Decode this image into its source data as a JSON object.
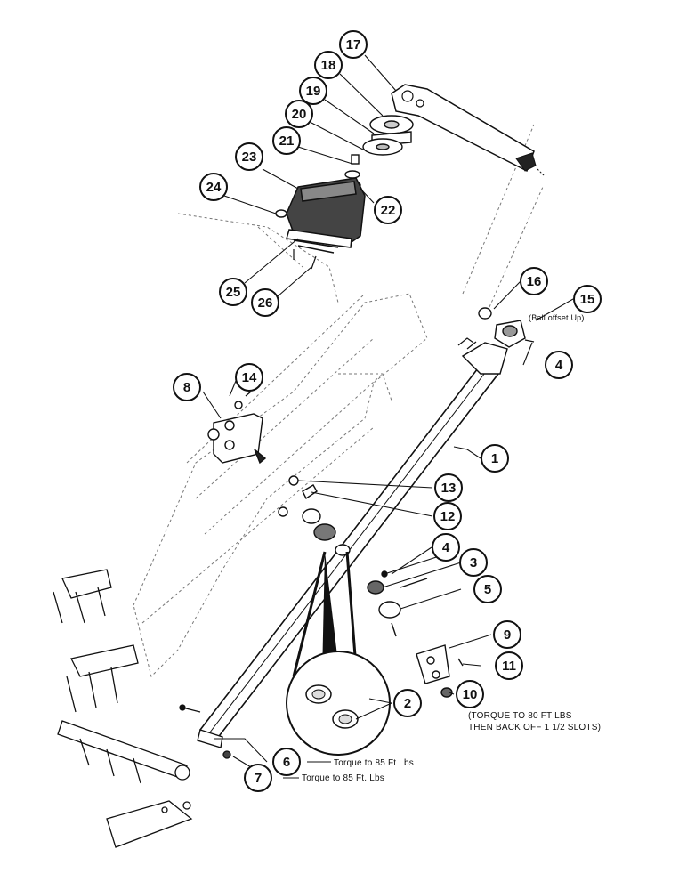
{
  "diagram": {
    "callouts": [
      {
        "id": "c1",
        "number": "1"
      },
      {
        "id": "c2",
        "number": "2"
      },
      {
        "id": "c3",
        "number": "3"
      },
      {
        "id": "c4a",
        "number": "4"
      },
      {
        "id": "c4b",
        "number": "4"
      },
      {
        "id": "c5",
        "number": "5"
      },
      {
        "id": "c6",
        "number": "6"
      },
      {
        "id": "c7",
        "number": "7"
      },
      {
        "id": "c8",
        "number": "8"
      },
      {
        "id": "c9",
        "number": "9"
      },
      {
        "id": "c10",
        "number": "10"
      },
      {
        "id": "c11",
        "number": "11"
      },
      {
        "id": "c12",
        "number": "12"
      },
      {
        "id": "c13",
        "number": "13"
      },
      {
        "id": "c14",
        "number": "14"
      },
      {
        "id": "c15",
        "number": "15"
      },
      {
        "id": "c16",
        "number": "16"
      },
      {
        "id": "c17",
        "number": "17"
      },
      {
        "id": "c18",
        "number": "18"
      },
      {
        "id": "c19",
        "number": "19"
      },
      {
        "id": "c20",
        "number": "20"
      },
      {
        "id": "c21",
        "number": "21"
      },
      {
        "id": "c22",
        "number": "22"
      },
      {
        "id": "c23",
        "number": "23"
      },
      {
        "id": "c24",
        "number": "24"
      },
      {
        "id": "c25",
        "number": "25"
      },
      {
        "id": "c26",
        "number": "26"
      }
    ],
    "notes": {
      "ball_offset": "(Ball offset Up)",
      "torque_80_line1": "(TORQUE TO 80 FT LBS",
      "torque_80_line2": "THEN BACK OFF 1 1/2 SLOTS)",
      "torque_6": "Torque to 85 Ft Lbs",
      "torque_7": "Torque to 85 Ft. Lbs"
    }
  }
}
